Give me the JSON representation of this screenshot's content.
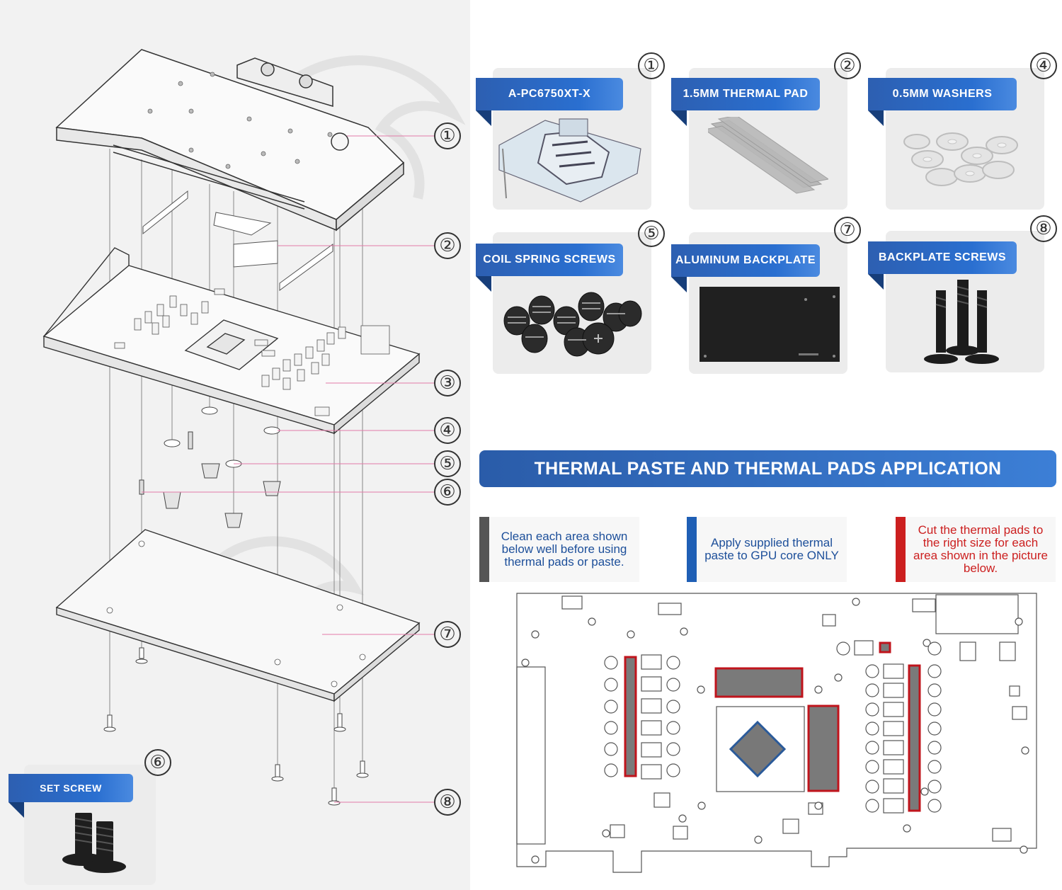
{
  "colors": {
    "accent_blue": "#2a6fd0",
    "dark_bar": "#555555",
    "blue_bar": "#1f5fb5",
    "red_bar": "#cc1f1f",
    "pad_fill": "#7a7a7a",
    "pad_border": "#c0141c",
    "gpu_core": "#2a5a9a"
  },
  "diagram": {
    "callouts": [
      "①",
      "②",
      "③",
      "④",
      "⑤",
      "⑥",
      "⑦",
      "⑧"
    ]
  },
  "set_screw": {
    "number": "⑥",
    "label": "SET SCREW"
  },
  "parts": [
    {
      "number": "①",
      "label": "A-PC6750XT-X",
      "icon": "waterblock-icon"
    },
    {
      "number": "②",
      "label": "1.5MM THERMAL PAD",
      "icon": "thermal-pad-icon"
    },
    {
      "number": "④",
      "label": "0.5MM WASHERS",
      "icon": "washers-icon"
    },
    {
      "number": "⑤",
      "label": "COIL SPRING SCREWS",
      "icon": "spring-screws-icon"
    },
    {
      "number": "⑦",
      "label": "ALUMINUM BACKPLATE",
      "icon": "backplate-icon"
    },
    {
      "number": "⑧",
      "label": "BACKPLATE SCREWS",
      "icon": "backplate-screws-icon"
    }
  ],
  "application": {
    "title": "THERMAL PASTE AND THERMAL PADS APPLICATION",
    "notes": [
      {
        "text": "Clean each area shown below well before using thermal pads or paste.",
        "color": "#1d4f9a"
      },
      {
        "text": "Apply supplied thermal paste to GPU core ONLY",
        "color": "#1d4f9a"
      },
      {
        "text": "Cut the thermal pads to the right size for each area shown in the picture below.",
        "color": "#cc1f1f"
      }
    ]
  }
}
